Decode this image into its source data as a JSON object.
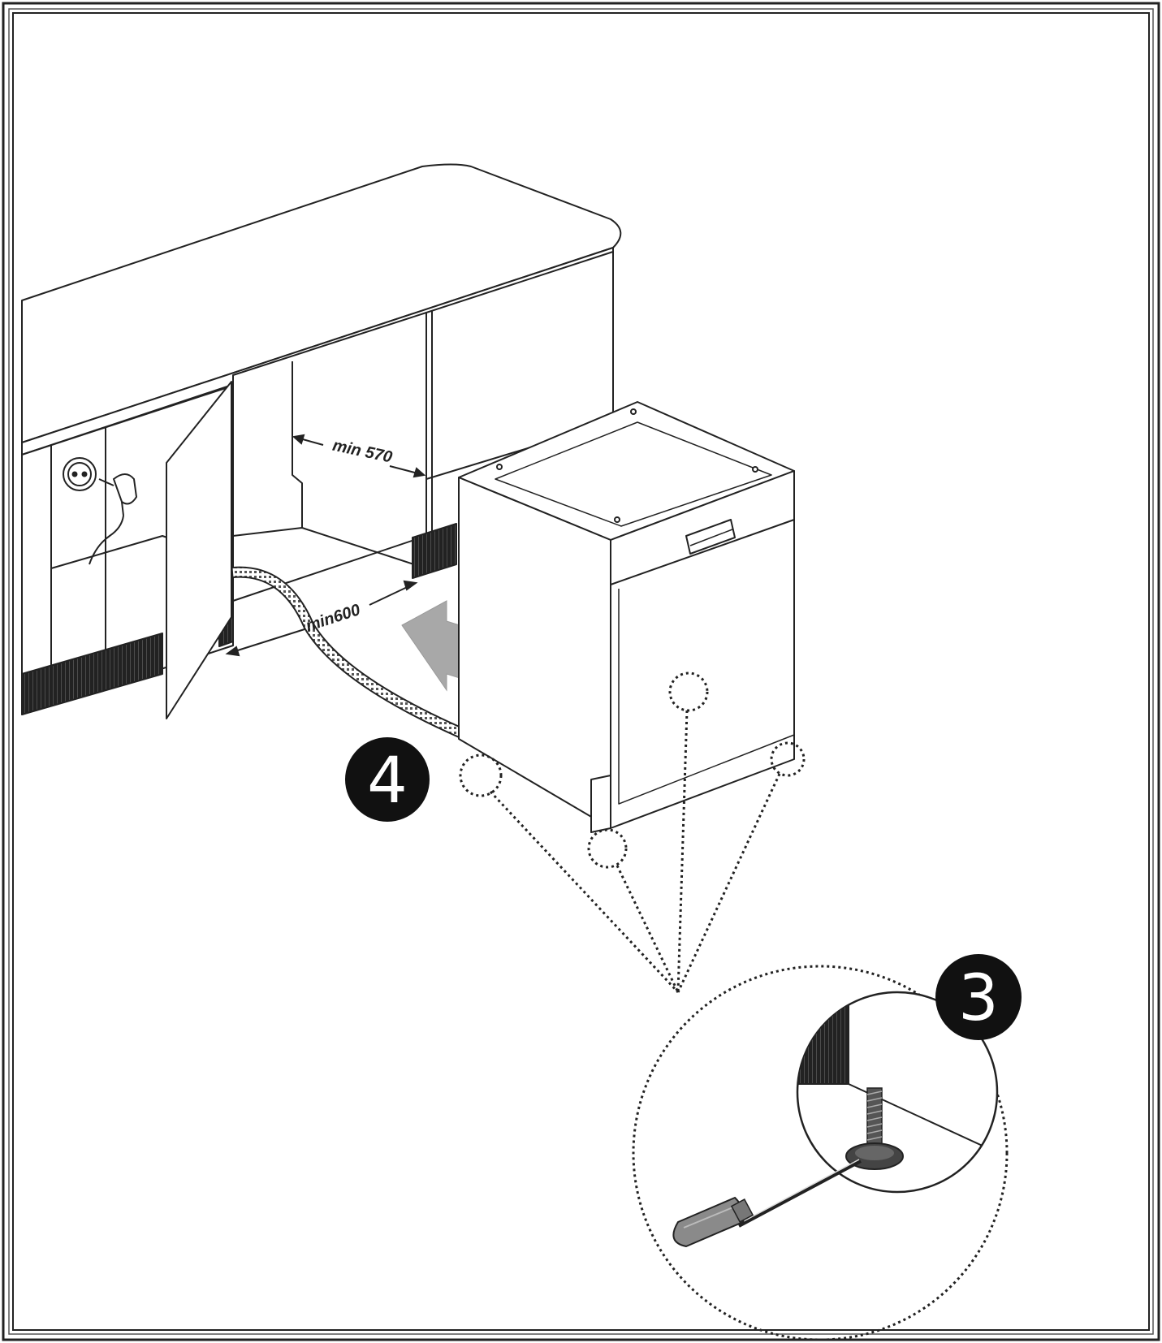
{
  "diagram": {
    "labels": {
      "min_height": "min 570",
      "min_width": "min600"
    },
    "steps": {
      "step_a": "4",
      "step_b": "3"
    },
    "icons": {
      "arrow": "push-arrow-icon",
      "socket": "power-socket-icon",
      "screwdriver": "screwdriver-icon"
    },
    "colors": {
      "line": "#222222",
      "arrow": "#a8a8a8",
      "badge": "#111111"
    }
  }
}
